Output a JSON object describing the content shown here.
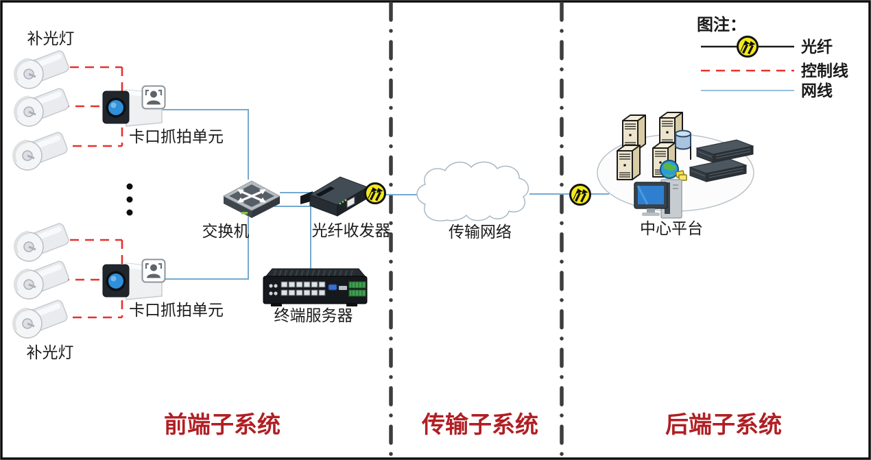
{
  "legend": {
    "title": "图注：",
    "fiber_label": "光纤",
    "control_label": "控制线",
    "network_label": "网线"
  },
  "zones": {
    "front": "前端子系统",
    "transmission": "传输子系统",
    "back": "后端子系统"
  },
  "nodes": {
    "fill_light_top": "补光灯",
    "fill_light_bottom": "补光灯",
    "capture_unit_top": "卡口抓拍单元",
    "capture_unit_bottom": "卡口抓拍单元",
    "switch": "交换机",
    "fiber_transceiver": "光纤收发器",
    "transmission_network": "传输网络",
    "terminal_server": "终端服务器",
    "center_platform": "中心平台"
  },
  "colors": {
    "control_line": "#e8312a",
    "network_line": "#74a9cf",
    "fiber_line": "#1a1a1a",
    "zone_label": "#b01f24",
    "fiber_icon_fill": "#f3e91c",
    "divider": "#3d3d3d"
  }
}
